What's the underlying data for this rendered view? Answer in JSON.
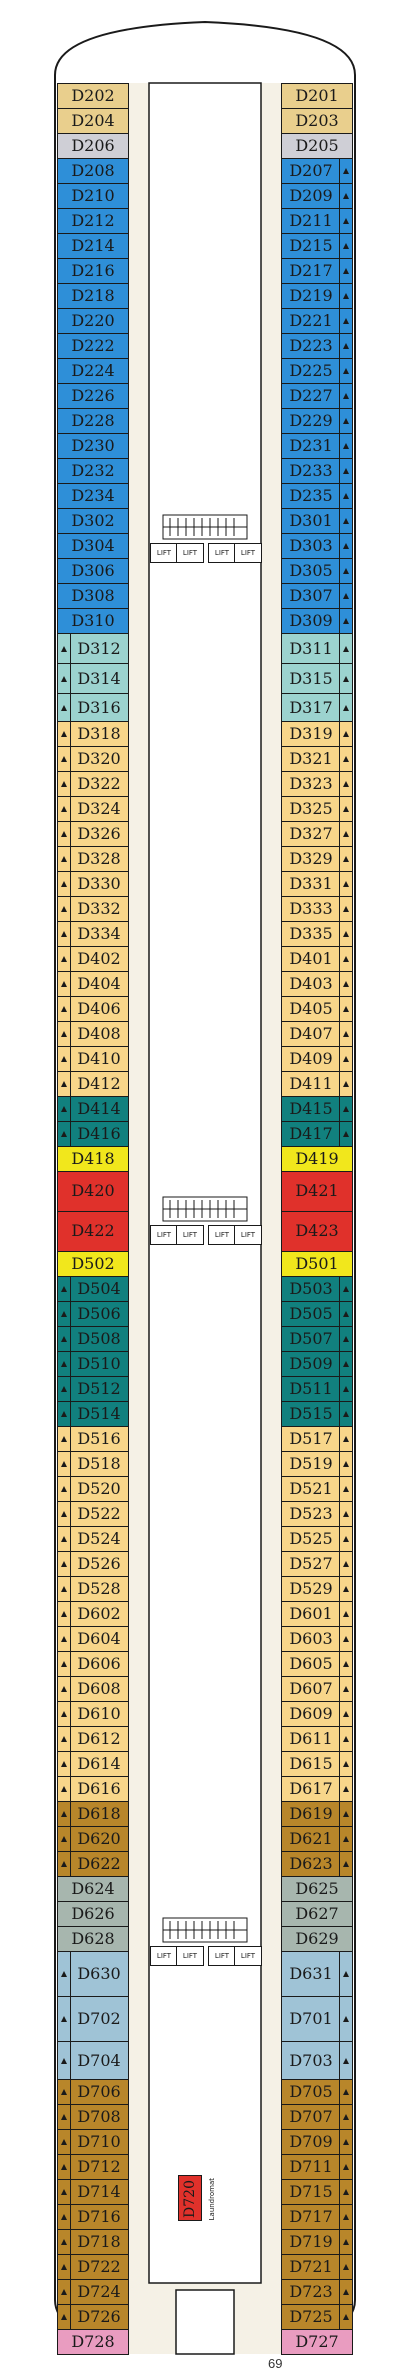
{
  "colors": {
    "sand": "#e9cf8d",
    "grey": "#cfcfd6",
    "blue": "#2e8fd8",
    "aqua": "#9cd3cf",
    "cream": "#f8d68a",
    "teal": "#11807e",
    "yellow": "#f1e71c",
    "red": "#e0312b",
    "bronze": "#b8862a",
    "sage": "#a7b6ae",
    "powder": "#9fc3d6",
    "pink": "#e99cc0",
    "corridor": "#f5f1e6",
    "hull": "#ffffff"
  },
  "left_cabins": [
    {
      "label": "D202",
      "color": "sand",
      "h": 1
    },
    {
      "label": "D204",
      "color": "sand",
      "h": 1
    },
    {
      "label": "D206",
      "color": "grey",
      "h": 1
    },
    {
      "label": "D208",
      "color": "blue",
      "h": 1
    },
    {
      "label": "D210",
      "color": "blue",
      "h": 1
    },
    {
      "label": "D212",
      "color": "blue",
      "h": 1
    },
    {
      "label": "D214",
      "color": "blue",
      "h": 1
    },
    {
      "label": "D216",
      "color": "blue",
      "h": 1
    },
    {
      "label": "D218",
      "color": "blue",
      "h": 1
    },
    {
      "label": "D220",
      "color": "blue",
      "h": 1
    },
    {
      "label": "D222",
      "color": "blue",
      "h": 1
    },
    {
      "label": "D224",
      "color": "blue",
      "h": 1
    },
    {
      "label": "D226",
      "color": "blue",
      "h": 1
    },
    {
      "label": "D228",
      "color": "blue",
      "h": 1
    },
    {
      "label": "D230",
      "color": "blue",
      "h": 1
    },
    {
      "label": "D232",
      "color": "blue",
      "h": 1
    },
    {
      "label": "D234",
      "color": "blue",
      "h": 1
    },
    {
      "label": "D302",
      "color": "blue",
      "h": 1
    },
    {
      "label": "D304",
      "color": "blue",
      "h": 1
    },
    {
      "label": "D306",
      "color": "blue",
      "h": 1
    },
    {
      "label": "D308",
      "color": "blue",
      "h": 1
    },
    {
      "label": "D310",
      "color": "blue",
      "h": 1
    },
    {
      "label": "D312",
      "color": "aqua",
      "h": 1.2,
      "mk": true
    },
    {
      "label": "D314",
      "color": "aqua",
      "h": 1.2,
      "mk": true
    },
    {
      "label": "D316",
      "color": "aqua",
      "h": 1.1,
      "mk": true
    },
    {
      "label": "D318",
      "color": "cream",
      "h": 1,
      "mk": true
    },
    {
      "label": "D320",
      "color": "cream",
      "h": 1,
      "mk": true
    },
    {
      "label": "D322",
      "color": "cream",
      "h": 1,
      "mk": true
    },
    {
      "label": "D324",
      "color": "cream",
      "h": 1,
      "mk": true
    },
    {
      "label": "D326",
      "color": "cream",
      "h": 1,
      "mk": true
    },
    {
      "label": "D328",
      "color": "cream",
      "h": 1,
      "mk": true
    },
    {
      "label": "D330",
      "color": "cream",
      "h": 1,
      "mk": true
    },
    {
      "label": "D332",
      "color": "cream",
      "h": 1,
      "mk": true
    },
    {
      "label": "D334",
      "color": "cream",
      "h": 1,
      "mk": true
    },
    {
      "label": "D402",
      "color": "cream",
      "h": 1,
      "mk": true
    },
    {
      "label": "D404",
      "color": "cream",
      "h": 1,
      "mk": true
    },
    {
      "label": "D406",
      "color": "cream",
      "h": 1,
      "mk": true
    },
    {
      "label": "D408",
      "color": "cream",
      "h": 1,
      "mk": true
    },
    {
      "label": "D410",
      "color": "cream",
      "h": 1,
      "mk": true
    },
    {
      "label": "D412",
      "color": "cream",
      "h": 1,
      "mk": true
    },
    {
      "label": "D414",
      "color": "teal",
      "h": 1,
      "mk": true
    },
    {
      "label": "D416",
      "color": "teal",
      "h": 1,
      "mk": true
    },
    {
      "label": "D418",
      "color": "yellow",
      "h": 1
    },
    {
      "label": "D420",
      "color": "red",
      "h": 1.6
    },
    {
      "label": "D422",
      "color": "red",
      "h": 1.6
    },
    {
      "label": "D502",
      "color": "yellow",
      "h": 1
    },
    {
      "label": "D504",
      "color": "teal",
      "h": 1,
      "mk": true
    },
    {
      "label": "D506",
      "color": "teal",
      "h": 1,
      "mk": true
    },
    {
      "label": "D508",
      "color": "teal",
      "h": 1,
      "mk": true
    },
    {
      "label": "D510",
      "color": "teal",
      "h": 1,
      "mk": true
    },
    {
      "label": "D512",
      "color": "teal",
      "h": 1,
      "mk": true
    },
    {
      "label": "D514",
      "color": "teal",
      "h": 1,
      "mk": true
    },
    {
      "label": "D516",
      "color": "cream",
      "h": 1,
      "mk": true
    },
    {
      "label": "D518",
      "color": "cream",
      "h": 1,
      "mk": true
    },
    {
      "label": "D520",
      "color": "cream",
      "h": 1,
      "mk": true
    },
    {
      "label": "D522",
      "color": "cream",
      "h": 1,
      "mk": true
    },
    {
      "label": "D524",
      "color": "cream",
      "h": 1,
      "mk": true
    },
    {
      "label": "D526",
      "color": "cream",
      "h": 1,
      "mk": true
    },
    {
      "label": "D528",
      "color": "cream",
      "h": 1,
      "mk": true
    },
    {
      "label": "D602",
      "color": "cream",
      "h": 1,
      "mk": true
    },
    {
      "label": "D604",
      "color": "cream",
      "h": 1,
      "mk": true
    },
    {
      "label": "D606",
      "color": "cream",
      "h": 1,
      "mk": true
    },
    {
      "label": "D608",
      "color": "cream",
      "h": 1,
      "mk": true
    },
    {
      "label": "D610",
      "color": "cream",
      "h": 1,
      "mk": true
    },
    {
      "label": "D612",
      "color": "cream",
      "h": 1,
      "mk": true
    },
    {
      "label": "D614",
      "color": "cream",
      "h": 1,
      "mk": true
    },
    {
      "label": "D616",
      "color": "cream",
      "h": 1,
      "mk": true
    },
    {
      "label": "D618",
      "color": "bronze",
      "h": 1,
      "mk": true
    },
    {
      "label": "D620",
      "color": "bronze",
      "h": 1,
      "mk": true
    },
    {
      "label": "D622",
      "color": "bronze",
      "h": 1,
      "mk": true
    },
    {
      "label": "D624",
      "color": "sage",
      "h": 1
    },
    {
      "label": "D626",
      "color": "sage",
      "h": 1
    },
    {
      "label": "D628",
      "color": "sage",
      "h": 1
    },
    {
      "label": "D630",
      "color": "powder",
      "h": 1.8,
      "mk": true
    },
    {
      "label": "D702",
      "color": "powder",
      "h": 1.8,
      "mk": true
    },
    {
      "label": "D704",
      "color": "powder",
      "h": 1.5,
      "mk": true
    },
    {
      "label": "D706",
      "color": "bronze",
      "h": 1,
      "mk": true
    },
    {
      "label": "D708",
      "color": "bronze",
      "h": 1,
      "mk": true
    },
    {
      "label": "D710",
      "color": "bronze",
      "h": 1,
      "mk": true
    },
    {
      "label": "D712",
      "color": "bronze",
      "h": 1,
      "mk": true
    },
    {
      "label": "D714",
      "color": "bronze",
      "h": 1,
      "mk": true
    },
    {
      "label": "D716",
      "color": "bronze",
      "h": 1,
      "mk": true
    },
    {
      "label": "D718",
      "color": "bronze",
      "h": 1,
      "mk": true
    },
    {
      "label": "D722",
      "color": "bronze",
      "h": 1,
      "mk": true
    },
    {
      "label": "D724",
      "color": "bronze",
      "h": 1,
      "mk": true
    },
    {
      "label": "D726",
      "color": "bronze",
      "h": 1,
      "mk": true
    },
    {
      "label": "D728",
      "color": "pink",
      "h": 1
    }
  ],
  "right_cabins": [
    {
      "label": "D201",
      "color": "sand",
      "h": 1
    },
    {
      "label": "D203",
      "color": "sand",
      "h": 1
    },
    {
      "label": "D205",
      "color": "grey",
      "h": 1
    },
    {
      "label": "D207",
      "color": "blue",
      "h": 1,
      "mk": true
    },
    {
      "label": "D209",
      "color": "blue",
      "h": 1,
      "mk": true
    },
    {
      "label": "D211",
      "color": "blue",
      "h": 1,
      "mk": true
    },
    {
      "label": "D215",
      "color": "blue",
      "h": 1,
      "mk": true
    },
    {
      "label": "D217",
      "color": "blue",
      "h": 1,
      "mk": true
    },
    {
      "label": "D219",
      "color": "blue",
      "h": 1,
      "mk": true
    },
    {
      "label": "D221",
      "color": "blue",
      "h": 1,
      "mk": true
    },
    {
      "label": "D223",
      "color": "blue",
      "h": 1,
      "mk": true
    },
    {
      "label": "D225",
      "color": "blue",
      "h": 1,
      "mk": true
    },
    {
      "label": "D227",
      "color": "blue",
      "h": 1,
      "mk": true
    },
    {
      "label": "D229",
      "color": "blue",
      "h": 1,
      "mk": true
    },
    {
      "label": "D231",
      "color": "blue",
      "h": 1,
      "mk": true
    },
    {
      "label": "D233",
      "color": "blue",
      "h": 1,
      "mk": true
    },
    {
      "label": "D235",
      "color": "blue",
      "h": 1,
      "mk": true
    },
    {
      "label": "D301",
      "color": "blue",
      "h": 1,
      "mk": true
    },
    {
      "label": "D303",
      "color": "blue",
      "h": 1,
      "mk": true
    },
    {
      "label": "D305",
      "color": "blue",
      "h": 1,
      "mk": true
    },
    {
      "label": "D307",
      "color": "blue",
      "h": 1,
      "mk": true
    },
    {
      "label": "D309",
      "color": "blue",
      "h": 1,
      "mk": true
    },
    {
      "label": "D311",
      "color": "aqua",
      "h": 1.2,
      "mk": true
    },
    {
      "label": "D315",
      "color": "aqua",
      "h": 1.2,
      "mk": true
    },
    {
      "label": "D317",
      "color": "aqua",
      "h": 1.1,
      "mk": true
    },
    {
      "label": "D319",
      "color": "cream",
      "h": 1,
      "mk": true
    },
    {
      "label": "D321",
      "color": "cream",
      "h": 1,
      "mk": true
    },
    {
      "label": "D323",
      "color": "cream",
      "h": 1,
      "mk": true
    },
    {
      "label": "D325",
      "color": "cream",
      "h": 1,
      "mk": true
    },
    {
      "label": "D327",
      "color": "cream",
      "h": 1,
      "mk": true
    },
    {
      "label": "D329",
      "color": "cream",
      "h": 1,
      "mk": true
    },
    {
      "label": "D331",
      "color": "cream",
      "h": 1,
      "mk": true
    },
    {
      "label": "D333",
      "color": "cream",
      "h": 1,
      "mk": true
    },
    {
      "label": "D335",
      "color": "cream",
      "h": 1,
      "mk": true
    },
    {
      "label": "D401",
      "color": "cream",
      "h": 1,
      "mk": true
    },
    {
      "label": "D403",
      "color": "cream",
      "h": 1,
      "mk": true
    },
    {
      "label": "D405",
      "color": "cream",
      "h": 1,
      "mk": true
    },
    {
      "label": "D407",
      "color": "cream",
      "h": 1,
      "mk": true
    },
    {
      "label": "D409",
      "color": "cream",
      "h": 1,
      "mk": true
    },
    {
      "label": "D411",
      "color": "cream",
      "h": 1,
      "mk": true
    },
    {
      "label": "D415",
      "color": "teal",
      "h": 1,
      "mk": true
    },
    {
      "label": "D417",
      "color": "teal",
      "h": 1,
      "mk": true
    },
    {
      "label": "D419",
      "color": "yellow",
      "h": 1
    },
    {
      "label": "D421",
      "color": "red",
      "h": 1.6
    },
    {
      "label": "D423",
      "color": "red",
      "h": 1.6
    },
    {
      "label": "D501",
      "color": "yellow",
      "h": 1
    },
    {
      "label": "D503",
      "color": "teal",
      "h": 1,
      "mk": true
    },
    {
      "label": "D505",
      "color": "teal",
      "h": 1,
      "mk": true
    },
    {
      "label": "D507",
      "color": "teal",
      "h": 1,
      "mk": true
    },
    {
      "label": "D509",
      "color": "teal",
      "h": 1,
      "mk": true
    },
    {
      "label": "D511",
      "color": "teal",
      "h": 1,
      "mk": true
    },
    {
      "label": "D515",
      "color": "teal",
      "h": 1,
      "mk": true
    },
    {
      "label": "D517",
      "color": "cream",
      "h": 1,
      "mk": true
    },
    {
      "label": "D519",
      "color": "cream",
      "h": 1,
      "mk": true
    },
    {
      "label": "D521",
      "color": "cream",
      "h": 1,
      "mk": true
    },
    {
      "label": "D523",
      "color": "cream",
      "h": 1,
      "mk": true
    },
    {
      "label": "D525",
      "color": "cream",
      "h": 1,
      "mk": true
    },
    {
      "label": "D527",
      "color": "cream",
      "h": 1,
      "mk": true
    },
    {
      "label": "D529",
      "color": "cream",
      "h": 1,
      "mk": true
    },
    {
      "label": "D601",
      "color": "cream",
      "h": 1,
      "mk": true
    },
    {
      "label": "D603",
      "color": "cream",
      "h": 1,
      "mk": true
    },
    {
      "label": "D605",
      "color": "cream",
      "h": 1,
      "mk": true
    },
    {
      "label": "D607",
      "color": "cream",
      "h": 1,
      "mk": true
    },
    {
      "label": "D609",
      "color": "cream",
      "h": 1,
      "mk": true
    },
    {
      "label": "D611",
      "color": "cream",
      "h": 1,
      "mk": true
    },
    {
      "label": "D615",
      "color": "cream",
      "h": 1,
      "mk": true
    },
    {
      "label": "D617",
      "color": "cream",
      "h": 1,
      "mk": true
    },
    {
      "label": "D619",
      "color": "bronze",
      "h": 1,
      "mk": true
    },
    {
      "label": "D621",
      "color": "bronze",
      "h": 1,
      "mk": true
    },
    {
      "label": "D623",
      "color": "bronze",
      "h": 1,
      "mk": true
    },
    {
      "label": "D625",
      "color": "sage",
      "h": 1
    },
    {
      "label": "D627",
      "color": "sage",
      "h": 1
    },
    {
      "label": "D629",
      "color": "sage",
      "h": 1
    },
    {
      "label": "D631",
      "color": "powder",
      "h": 1.8,
      "mk": true
    },
    {
      "label": "D701",
      "color": "powder",
      "h": 1.8,
      "mk": true
    },
    {
      "label": "D703",
      "color": "powder",
      "h": 1.5,
      "mk": true
    },
    {
      "label": "D705",
      "color": "bronze",
      "h": 1,
      "mk": true
    },
    {
      "label": "D707",
      "color": "bronze",
      "h": 1,
      "mk": true
    },
    {
      "label": "D709",
      "color": "bronze",
      "h": 1,
      "mk": true
    },
    {
      "label": "D711",
      "color": "bronze",
      "h": 1,
      "mk": true
    },
    {
      "label": "D715",
      "color": "bronze",
      "h": 1,
      "mk": true
    },
    {
      "label": "D717",
      "color": "bronze",
      "h": 1,
      "mk": true
    },
    {
      "label": "D719",
      "color": "bronze",
      "h": 1,
      "mk": true
    },
    {
      "label": "D721",
      "color": "bronze",
      "h": 1,
      "mk": true
    },
    {
      "label": "D723",
      "color": "bronze",
      "h": 1,
      "mk": true
    },
    {
      "label": "D725",
      "color": "bronze",
      "h": 1,
      "mk": true
    },
    {
      "label": "D727",
      "color": "pink",
      "h": 1
    }
  ],
  "lifts": {
    "label": "LIFT",
    "groups": 3
  },
  "center_cabin": {
    "label": "D720",
    "color": "red"
  },
  "laundromat": "Laundromat",
  "page_number": "69"
}
